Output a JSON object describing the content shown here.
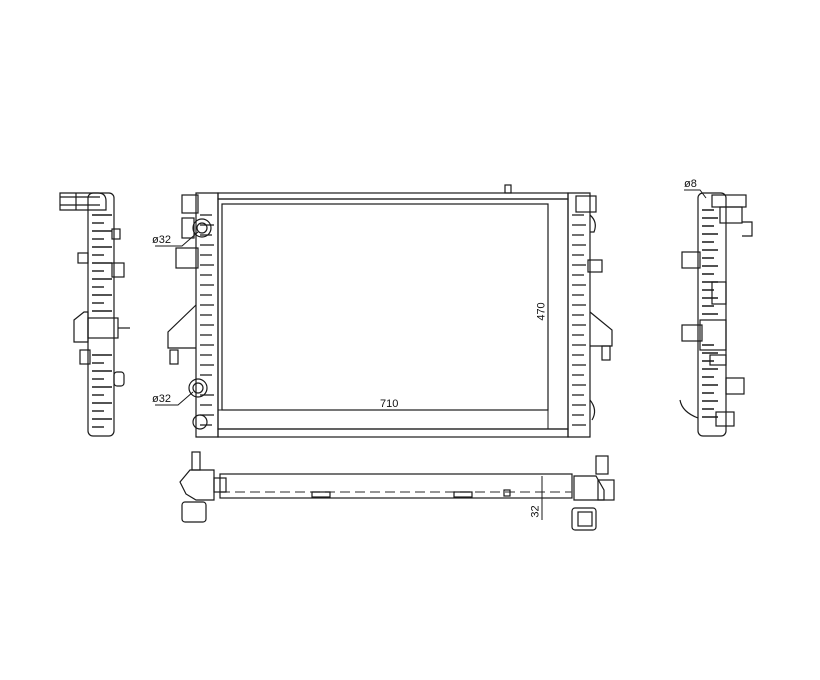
{
  "diagram": {
    "subject": "Radiator technical drawing",
    "views": [
      "left-side-view",
      "front-view",
      "right-side-view",
      "top-view"
    ],
    "stroke_color": "#1a1a1a",
    "background": "#ffffff"
  },
  "dimensions": {
    "inlet_upper": "ø32",
    "inlet_lower": "ø32",
    "width": "710",
    "height": "470",
    "vent": "ø8",
    "depth": "32"
  }
}
